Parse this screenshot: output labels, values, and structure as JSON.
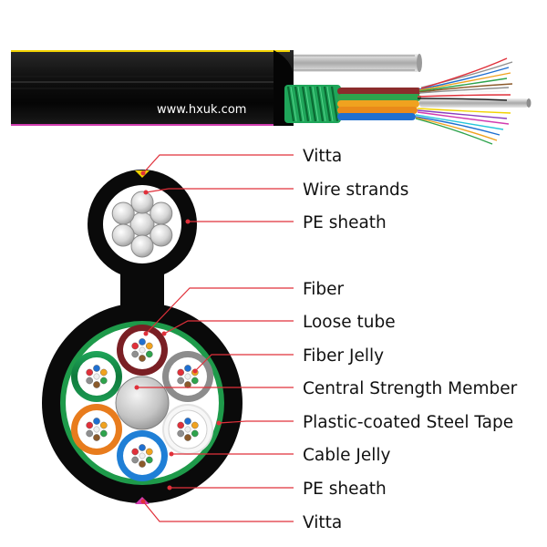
{
  "watermark": "www.hxuk.com",
  "labels": {
    "vitta_top": "Vitta",
    "wire_strands": "Wire strands",
    "pe_sheath_top": "PE sheath",
    "fiber": "Fiber",
    "loose_tube": "Loose tube",
    "fiber_jelly": "Fiber Jelly",
    "central_strength_member": "Central Strength Member",
    "plastic_coated_steel_tape": "Plastic-coated Steel Tape",
    "cable_jelly": "Cable Jelly",
    "pe_sheath_bottom": "PE sheath",
    "vitta_bottom": "Vitta"
  },
  "colors": {
    "leader_line": "#e0303a",
    "sheath": "#0a0a0a",
    "steel_tape": "#1e9a4a",
    "vitta_top": "#f2d200",
    "vitta_bottom": "#d23cb0"
  },
  "loose_tubes": [
    "brown",
    "grey",
    "white",
    "blue",
    "orange",
    "green"
  ]
}
